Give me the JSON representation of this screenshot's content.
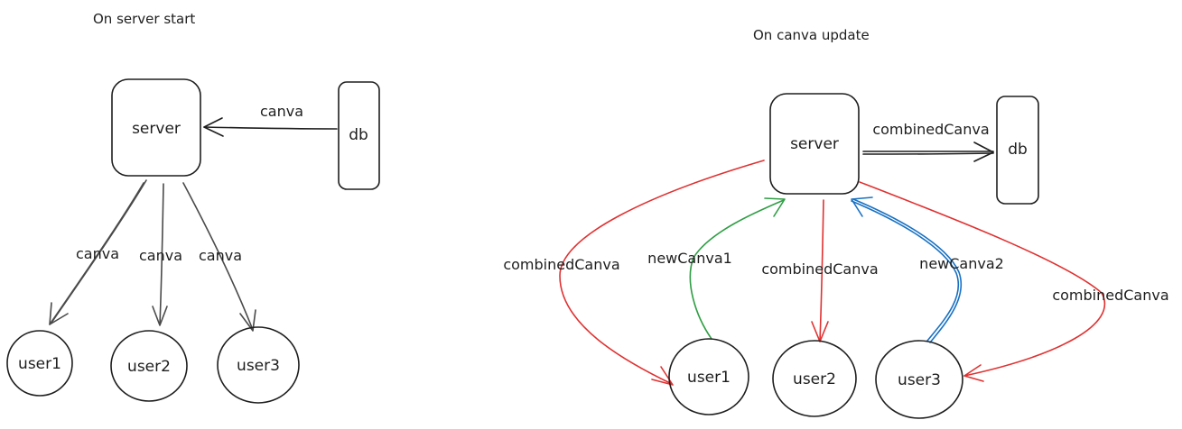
{
  "colors": {
    "ink": "#1e1e1e",
    "gray": "#4a4a4a",
    "red": "#e03131",
    "green": "#2f9e44",
    "blue": "#1971c2"
  },
  "left_diagram": {
    "title": "On server start",
    "server": "server",
    "db": "db",
    "users": [
      "user1",
      "user2",
      "user3"
    ],
    "edge_db_to_server": "canva",
    "edges_server_to_users": [
      "canva",
      "canva",
      "canva"
    ]
  },
  "right_diagram": {
    "title": "On canva update",
    "server": "server",
    "db": "db",
    "users": [
      "user1",
      "user2",
      "user3"
    ],
    "edge_server_to_db": "combinedCanva",
    "edge_server_to_user1": "combinedCanva",
    "edge_user1_to_server": "newCanva1",
    "edge_server_to_user2": "combinedCanva",
    "edge_user3_to_server": "newCanva2",
    "edge_server_to_user3": "combinedCanva"
  }
}
